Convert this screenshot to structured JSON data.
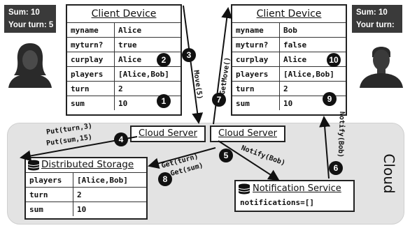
{
  "status_left": {
    "sum": "Sum: 10",
    "turn": "Your turn: 5"
  },
  "status_right": {
    "sum": "Sum: 10",
    "turn": "Your turn:"
  },
  "left_device": {
    "title": "Client Device",
    "rows": [
      {
        "key": "myname",
        "value": "Alice"
      },
      {
        "key": "myturn?",
        "value": "true"
      },
      {
        "key": "curplay",
        "value": "Alice"
      },
      {
        "key": "players",
        "value": "[Alice,Bob]"
      },
      {
        "key": "turn",
        "value": "2"
      },
      {
        "key": "sum",
        "value": "10"
      }
    ]
  },
  "right_device": {
    "title": "Client Device",
    "rows": [
      {
        "key": "myname",
        "value": "Bob"
      },
      {
        "key": "myturn?",
        "value": "false"
      },
      {
        "key": "curplay",
        "value": "Alice"
      },
      {
        "key": "players",
        "value": "[Alice,Bob]"
      },
      {
        "key": "turn",
        "value": "2"
      },
      {
        "key": "sum",
        "value": "10"
      }
    ]
  },
  "cloud": {
    "label": "Cloud",
    "server_left": "Cloud Server",
    "server_right": "Cloud Server",
    "storage": {
      "title": "Distributed Storage",
      "rows": [
        {
          "key": "players",
          "value": "[Alice,Bob]"
        },
        {
          "key": "turn",
          "value": "2"
        },
        {
          "key": "sum",
          "value": "10"
        }
      ]
    },
    "notification": {
      "title": "Notification Service",
      "content": "notifications=[]"
    }
  },
  "calls": {
    "move": "Move(5)",
    "get_move": "GetMove()",
    "put_turn": "Put(turn,3)",
    "put_sum": "Put(sum,15)",
    "get_turn": "Get(turn)",
    "get_sum": "Get(sum)",
    "notify_bob": "Notify(Bob)",
    "notify_bob_up": "Notify(Bob)"
  },
  "steps": [
    "1",
    "2",
    "3",
    "4",
    "5",
    "6",
    "7",
    "8",
    "9",
    "10"
  ],
  "colors": {
    "cloud": "#e3e3e3",
    "badge": "#111111",
    "status": "#3a3a3a"
  },
  "icons": [
    "woman-avatar-icon",
    "man-avatar-icon",
    "database-icon"
  ]
}
